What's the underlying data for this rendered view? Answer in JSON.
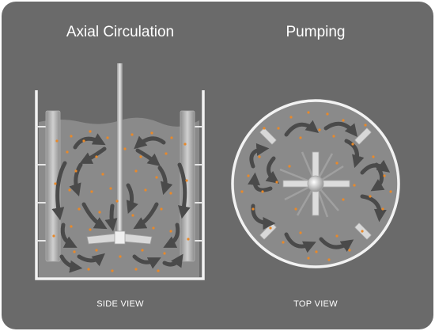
{
  "panels": [
    {
      "title": "Axial Circulation",
      "caption": "SIDE VIEW"
    },
    {
      "title": "Pumping",
      "caption": "TOP VIEW"
    }
  ],
  "colors": {
    "background": "#6a6a6a",
    "wall": "#f2f2f2",
    "liquid": "#8a8a8a",
    "arrow": "#4a4a4a",
    "particle": "#e8892a"
  }
}
